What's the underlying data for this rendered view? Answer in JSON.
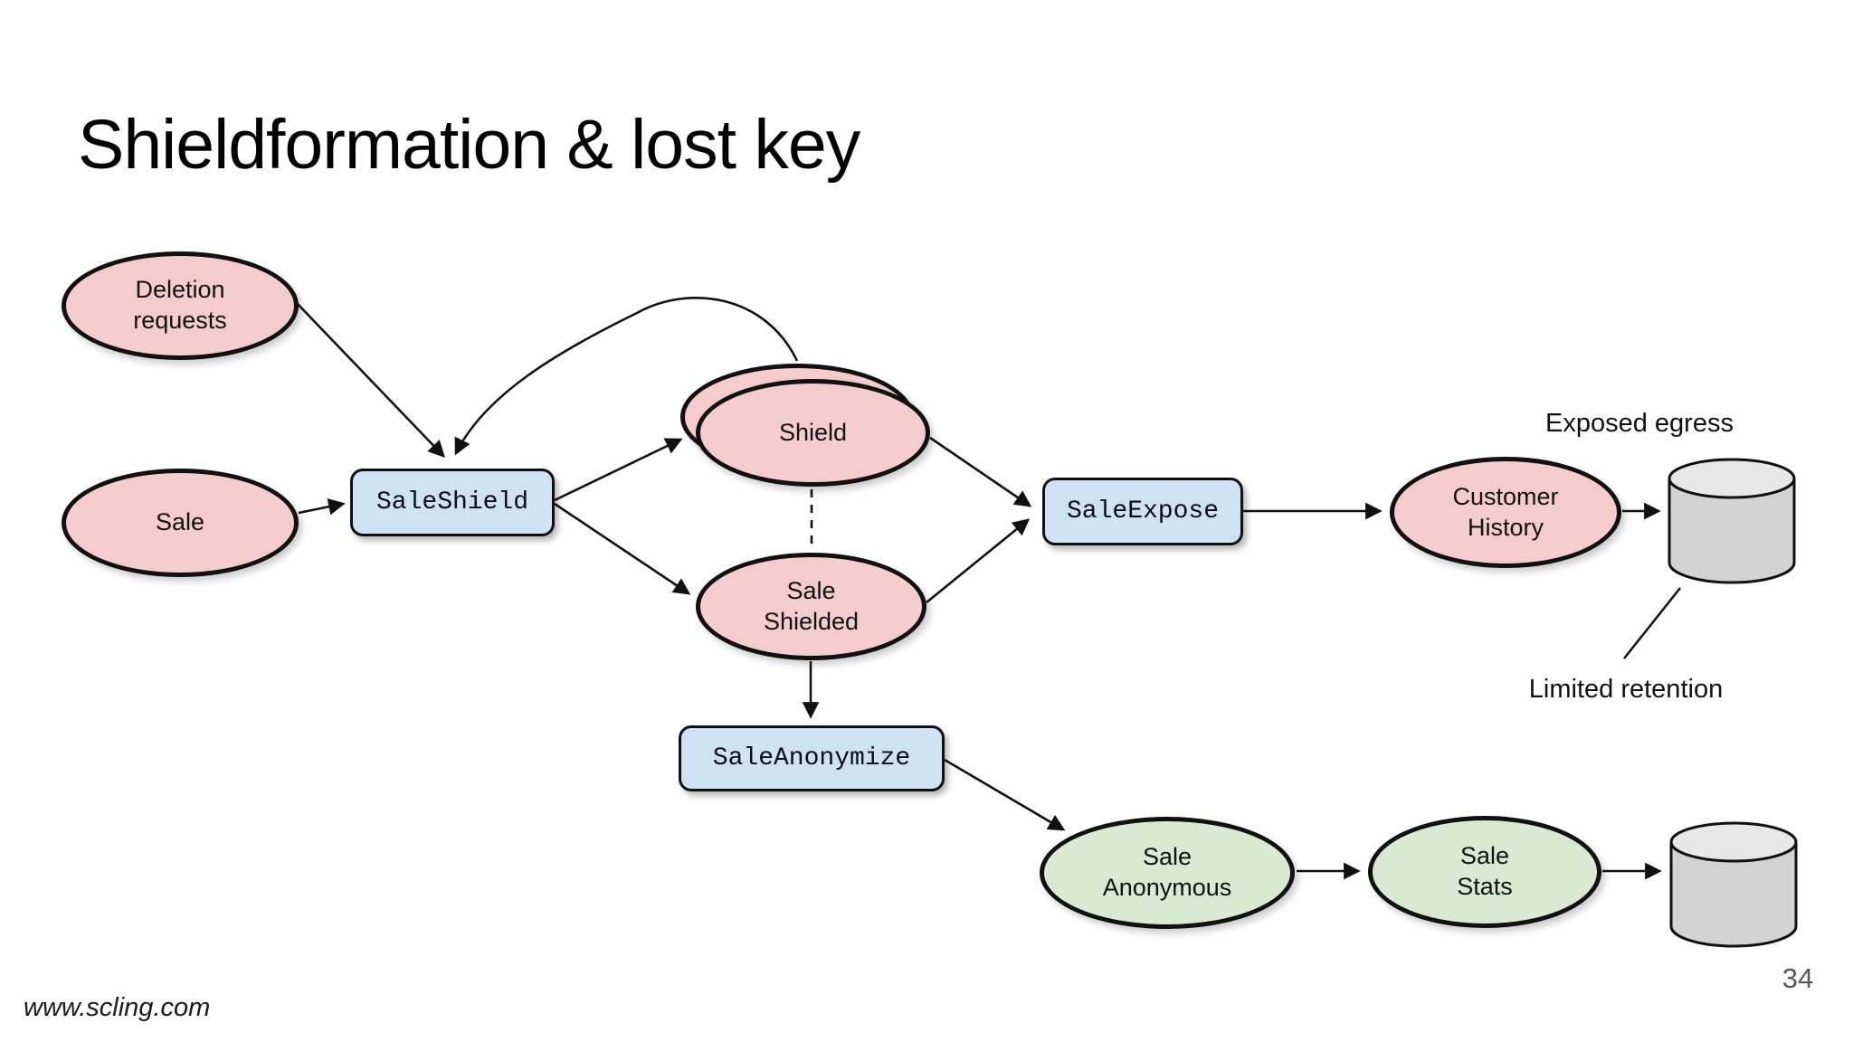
{
  "slide": {
    "title": "Shieldformation & lost key",
    "footer_url": "www.scling.com",
    "page_number": "34"
  },
  "colors": {
    "dataset_pink": "#f4cccc",
    "job_blue": "#cfe2f3",
    "dataset_green": "#d9ead3",
    "db_body": "#d2d2d2",
    "db_top": "#e7e7e7",
    "stroke": "#111111"
  },
  "nodes": {
    "deletion_requests": {
      "label": "Deletion requests"
    },
    "sale": {
      "label": "Sale"
    },
    "sale_shield": {
      "label": "SaleShield"
    },
    "shield": {
      "label": "Shield"
    },
    "sale_shielded": {
      "label": "Sale Shielded"
    },
    "sale_expose": {
      "label": "SaleExpose"
    },
    "customer_history": {
      "label": "Customer History"
    },
    "sale_anonymize": {
      "label": "SaleAnonymize"
    },
    "sale_anonymous": {
      "label": "Sale Anonymous"
    },
    "sale_stats": {
      "label": "Sale Stats"
    }
  },
  "annotations": {
    "exposed_egress": "Exposed egress",
    "limited_retention": "Limited retention"
  }
}
